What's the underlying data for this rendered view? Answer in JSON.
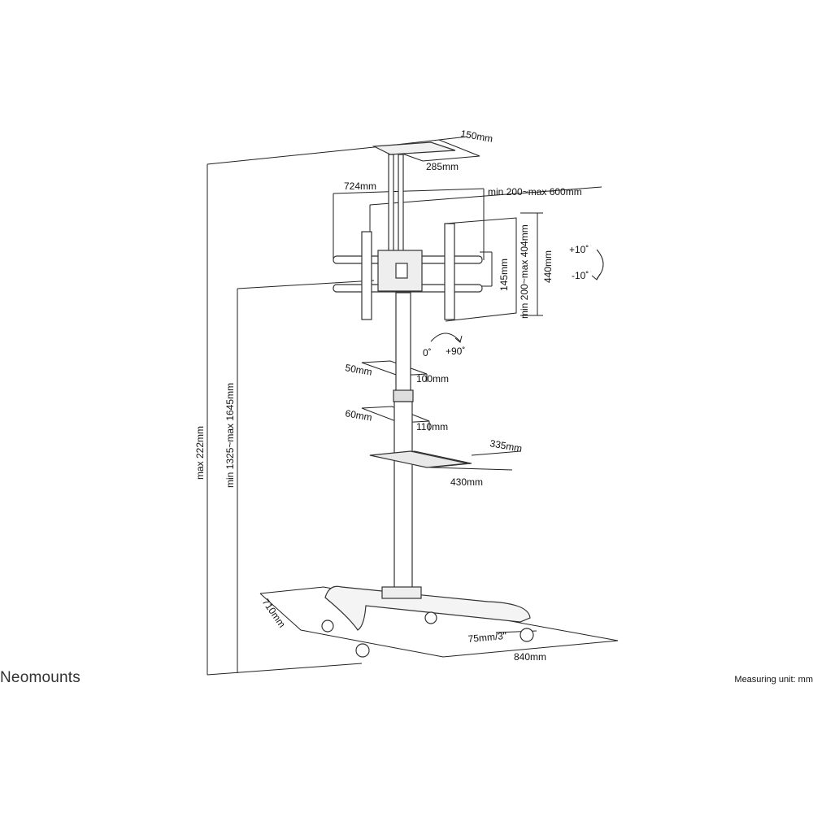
{
  "brand": "Neomounts",
  "measuring_unit": "Measuring unit: mm",
  "dimensions": {
    "top_plate_depth": "150mm",
    "top_plate_width": "285mm",
    "bracket_width": "724mm",
    "vesa_horizontal": "min 200~max 600mm",
    "vesa_vertical": "min 200~max 404mm",
    "bracket_height": "440mm",
    "arm_spacing": "145mm",
    "tilt_up": "+10˚",
    "tilt_down": "-10˚",
    "rotate_zero": "0˚",
    "rotate_ninety": "+90˚",
    "upper_pole_depth": "50mm",
    "upper_pole_width": "100mm",
    "lower_pole_depth": "60mm",
    "lower_pole_width": "110mm",
    "shelf_depth": "335mm",
    "shelf_width": "430mm",
    "max_height": "max 222mm",
    "height_range": "min 1325~max 1645mm",
    "base_depth": "710mm",
    "base_width": "840mm",
    "caster_size": "75mm/3\""
  }
}
